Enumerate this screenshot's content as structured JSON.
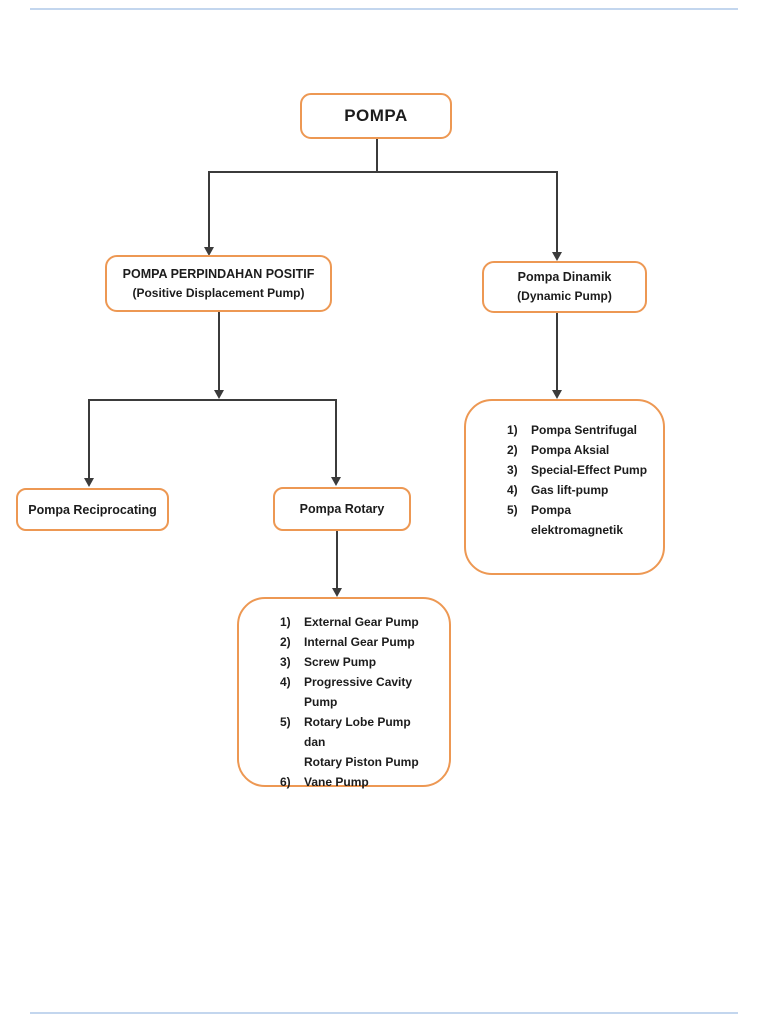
{
  "page": {
    "background": "#ffffff",
    "accent_orange": "#ED9853",
    "connector_color": "#3b3b3b",
    "rule_blue": "#c3d6ee"
  },
  "nodes": {
    "root": {
      "label": "POMPA"
    },
    "positive": {
      "title": "POMPA PERPINDAHAN POSITIF",
      "subtitle": "(Positive Displacement Pump)"
    },
    "dynamic": {
      "title": "Pompa Dinamik",
      "subtitle": "(Dynamic Pump)"
    },
    "reciprocating": {
      "label": "Pompa Reciprocating"
    },
    "rotary": {
      "label": "Pompa Rotary"
    },
    "rotary_list": {
      "items": [
        {
          "num": "1)",
          "text": "External Gear Pump"
        },
        {
          "num": "2)",
          "text": "Internal Gear Pump"
        },
        {
          "num": "3)",
          "text": "Screw Pump"
        },
        {
          "num": "4)",
          "text": "Progressive Cavity\nPump"
        },
        {
          "num": "5)",
          "text": "Rotary Lobe Pump dan\nRotary Piston Pump"
        },
        {
          "num": "6)",
          "text": "Vane Pump"
        }
      ]
    },
    "dynamic_list": {
      "items": [
        {
          "num": "1)",
          "text": "Pompa Sentrifugal"
        },
        {
          "num": "2)",
          "text": "Pompa Aksial"
        },
        {
          "num": "3)",
          "text": "Special-Effect Pump"
        },
        {
          "num": "4)",
          "text": "Gas lift-pump"
        },
        {
          "num": "5)",
          "text": "Pompa\nelektromagnetik"
        }
      ]
    }
  }
}
